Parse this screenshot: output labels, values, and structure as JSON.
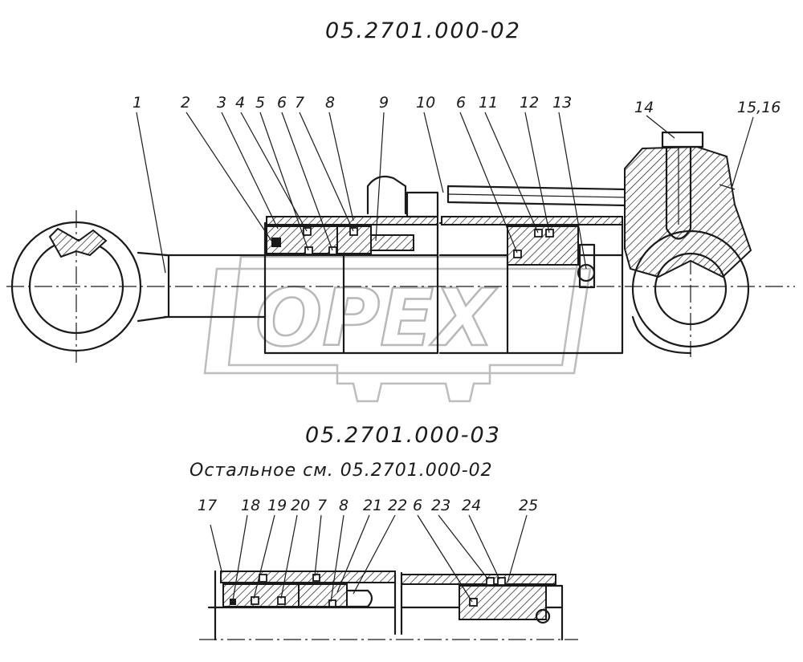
{
  "titles": {
    "top_variant": "05.2701.000-02",
    "bottom_variant": "05.2701.000-03",
    "note": "Остальное  см.  05.2701.000-02"
  },
  "watermark": "OPEX",
  "top_callouts": [
    "1",
    "2",
    "3",
    "4",
    "5",
    "6",
    "7",
    "8",
    "9",
    "10",
    "6",
    "11",
    "12",
    "13",
    "14",
    "15,16"
  ],
  "bottom_callouts": [
    "17",
    "18",
    "19",
    "20",
    "7",
    "8",
    "21",
    "22",
    "6",
    "23",
    "24",
    "25"
  ]
}
